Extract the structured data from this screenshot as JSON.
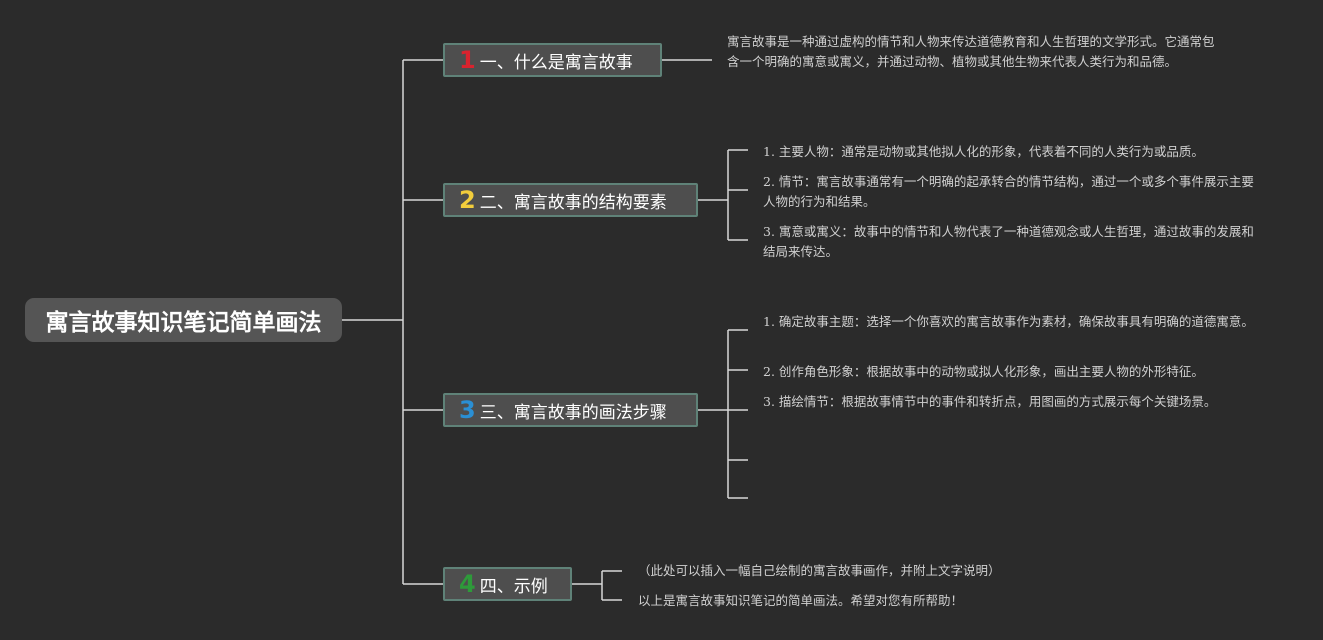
{
  "title": "寓言故事知识笔记简单画法",
  "colors": {
    "background": "#2b2b2b",
    "root": "#555555",
    "branch": "#4e4e4e",
    "branch_border": "#5f8278",
    "line": "#d8d8d8"
  },
  "branches": [
    {
      "number": "1",
      "number_color": "#d9232e",
      "label": "一、什么是寓言故事",
      "items": [
        "寓言故事是一种通过虚构的情节和人物来传达道德教育和人生哲理的文学形式。它通常包含一个明确的寓意或寓义，并通过动物、植物或其他生物来代表人类行为和品德。"
      ]
    },
    {
      "number": "2",
      "number_color": "#f2cd3c",
      "label": "二、寓言故事的结构要素",
      "items": [
        "1. 主要人物：通常是动物或其他拟人化的形象，代表着不同的人类行为或品质。",
        "2. 情节：寓言故事通常有一个明确的起承转合的情节结构，通过一个或多个事件展示主要人物的行为和结果。",
        "3. 寓意或寓义：故事中的情节和人物代表了一种道德观念或人生哲理，通过故事的发展和结局来传达。"
      ]
    },
    {
      "number": "3",
      "number_color": "#2a8fd4",
      "label": "三、寓言故事的画法步骤",
      "items": [
        "1. 确定故事主题：选择一个你喜欢的寓言故事作为素材，确保故事具有明确的道德寓意。",
        "2. 创作角色形象：根据故事中的动物或拟人化形象，画出主要人物的外形特征。",
        "3. 描绘情节：根据故事情节中的事件和转折点，用图画的方式展示每个关键场景。",
        "",
        ""
      ]
    },
    {
      "number": "4",
      "number_color": "#2e9a3a",
      "label": "四、示例",
      "items": [
        "（此处可以插入一幅自己绘制的寓言故事画作，并附上文字说明）",
        "以上是寓言故事知识笔记的简单画法。希望对您有所帮助！"
      ]
    }
  ]
}
